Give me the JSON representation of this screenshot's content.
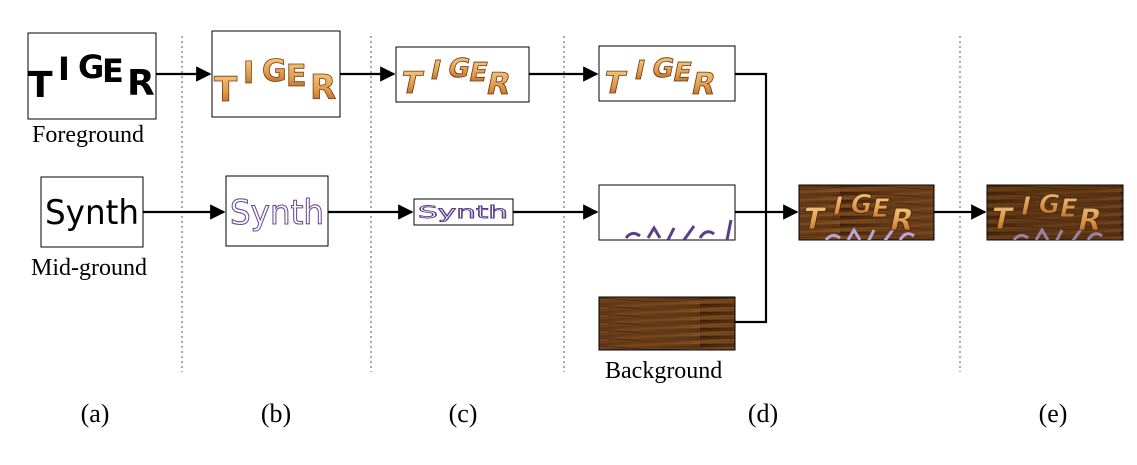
{
  "labels": {
    "foreground": "Foreground",
    "midground": "Mid-ground",
    "background": "Background"
  },
  "panels": [
    "(a)",
    "(b)",
    "(c)",
    "(d)",
    "(e)"
  ],
  "tiger_letters": [
    "T",
    "I",
    "G",
    "E",
    "R"
  ],
  "synth_word": "Synth",
  "colors": {
    "line": "#000000",
    "divider": "#555555",
    "tiger_light": "#f2c074",
    "tiger_dark": "#b05a1e",
    "synth_purple": "#6a4e9a",
    "wood_dark": "#3a1f0c",
    "wood_light": "#8a5526"
  }
}
